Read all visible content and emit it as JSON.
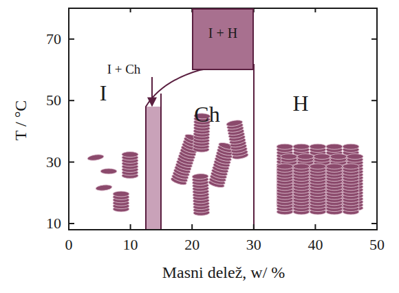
{
  "diagram": {
    "nodes": [
      {
        "text": [
          "I + H"
        ]
      }
    ],
    "labels": [
      "I + Ch",
      "I",
      "Ch",
      "H",
      "70",
      "50",
      "30",
      "10",
      "0",
      "10",
      "20",
      "30",
      "40",
      "50",
      "T / °C",
      "Masni delež, w/ %"
    ]
  }
}
